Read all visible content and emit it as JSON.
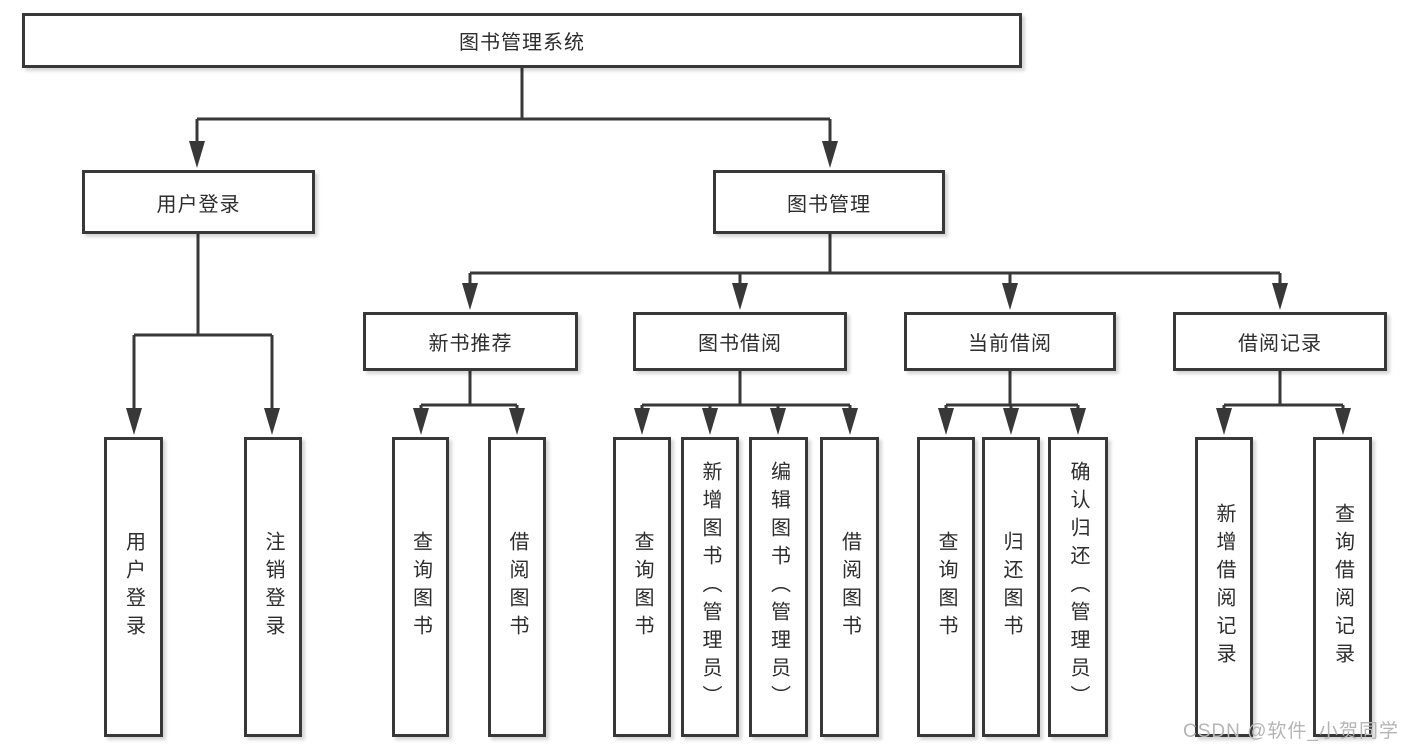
{
  "diagram": {
    "title": "图书管理系统",
    "level2": {
      "user_login": "用户登录",
      "book_mgmt": "图书管理"
    },
    "level3": {
      "new_rec": "新书推荐",
      "borrow": "图书借阅",
      "current": "当前借阅",
      "records": "借阅记录"
    },
    "leaves": {
      "user_login": "用户登录",
      "logout": "注销登录",
      "rec_query": "查询图书",
      "rec_borrow": "借阅图书",
      "bor_query": "查询图书",
      "bor_add": "新增图书（管理员）",
      "bor_edit": "编辑图书（管理员）",
      "bor_borrow": "借阅图书",
      "cur_query": "查询图书",
      "cur_return": "归还图书",
      "cur_confirm": "确认归还（管理员）",
      "log_add": "新增借阅记录",
      "log_query": "查询借阅记录"
    },
    "colors": {
      "line": "#383838",
      "border": "#383838",
      "text": "#2d2d2d",
      "watermark": "#b5b5b5",
      "background": "#ffffff"
    }
  },
  "watermark": "CSDN @软件_小贺同学"
}
